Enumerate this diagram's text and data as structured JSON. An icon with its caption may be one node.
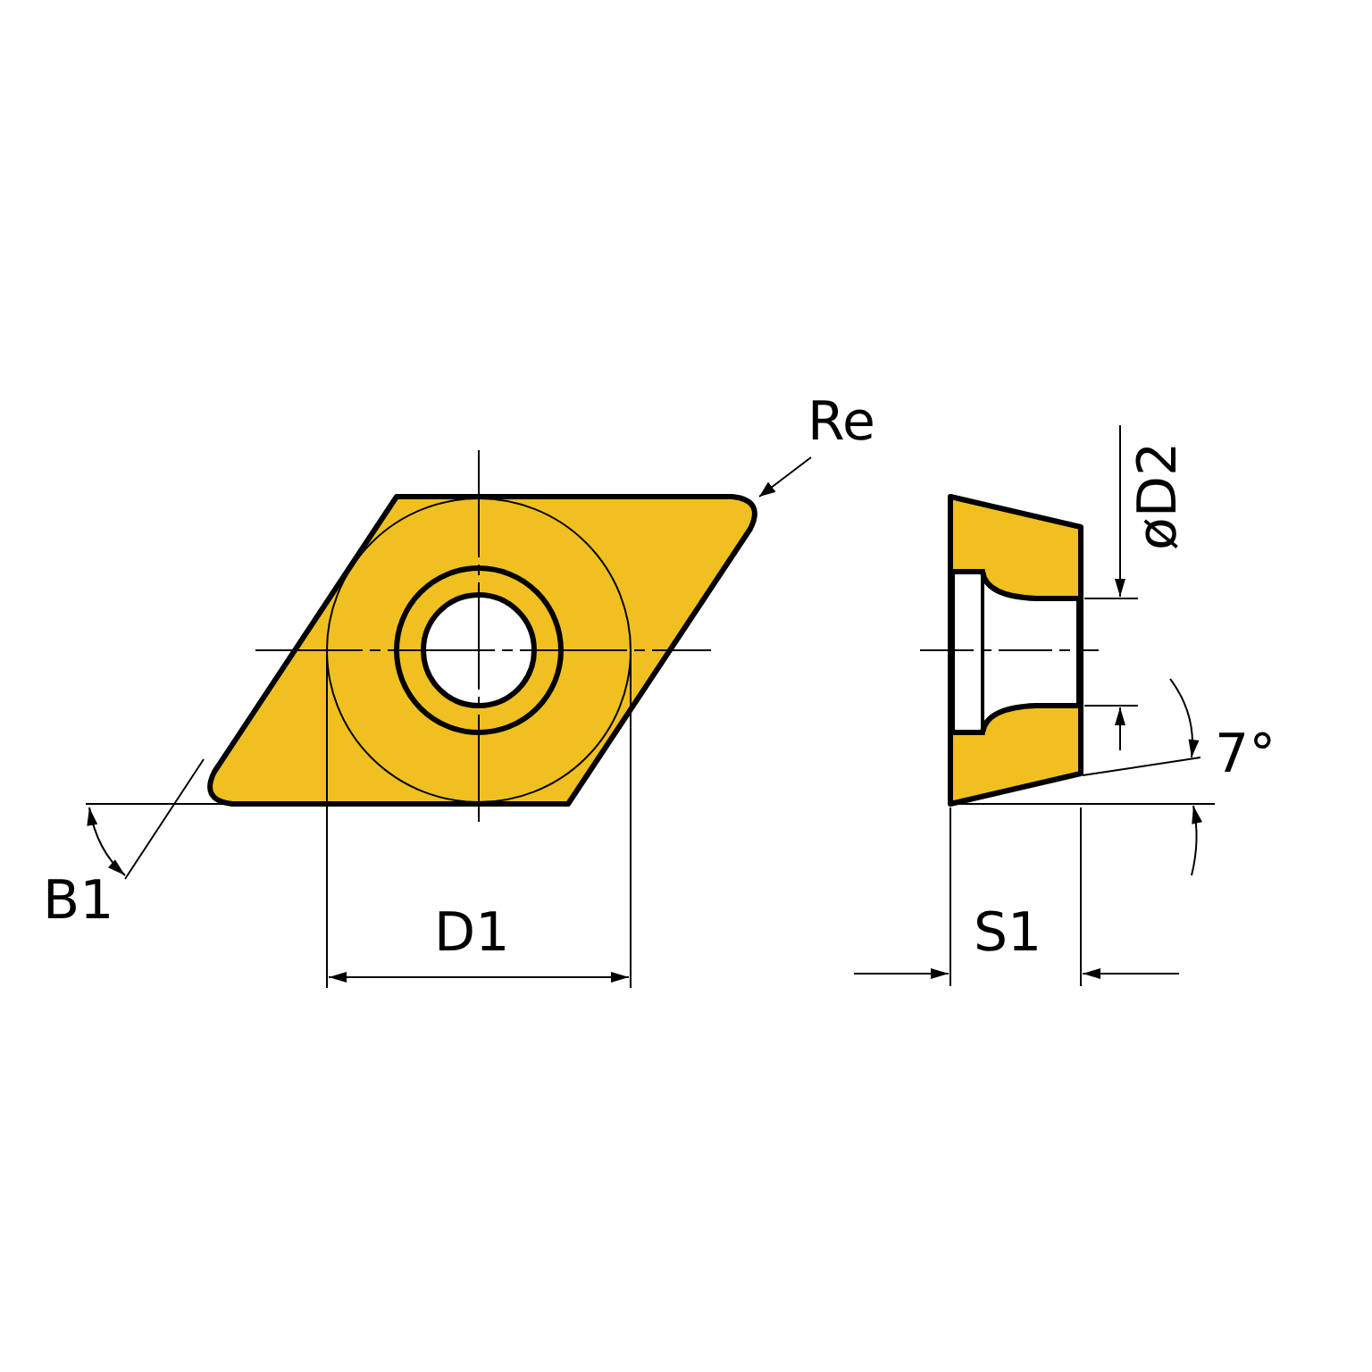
{
  "diagram": {
    "nodes": [
      {
        "text": [
          "Re"
        ]
      },
      {
        "text": [],
        "shape": "picture"
      }
    ],
    "edges": [
      {
        "from": 0,
        "to": 1,
        "arrow": "to"
      }
    ],
    "labels": [
      "øD2",
      "7°",
      "B1",
      "D1",
      "S1"
    ]
  }
}
